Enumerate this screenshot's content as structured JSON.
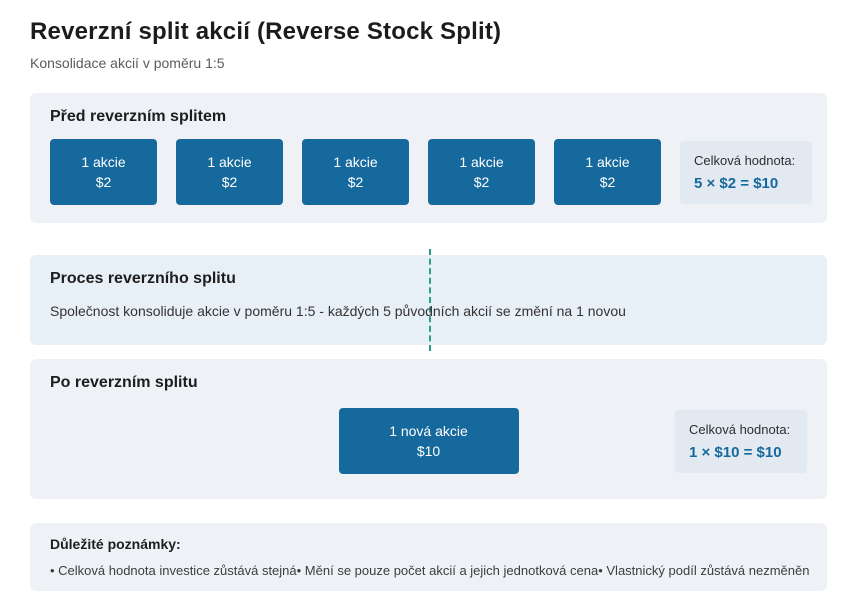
{
  "page": {
    "title": "Reverzní split akcií (Reverse Stock Split)",
    "subtitle": "Konsolidace akcií v poměru 1:5"
  },
  "before": {
    "heading": "Před reverzním splitem",
    "shares": [
      {
        "label": "1 akcie",
        "value": "$2"
      },
      {
        "label": "1 akcie",
        "value": "$2"
      },
      {
        "label": "1 akcie",
        "value": "$2"
      },
      {
        "label": "1 akcie",
        "value": "$2"
      },
      {
        "label": "1 akcie",
        "value": "$2"
      }
    ],
    "total_label": "Celková hodnota:",
    "total_value": "5 × $2 = $10"
  },
  "process": {
    "heading": "Proces reverzního splitu",
    "description": "Společnost konsoliduje akcie v poměru 1:5 - každých 5 původních akcií se změní na 1 novou"
  },
  "after": {
    "heading": "Po reverzním splitu",
    "share": {
      "label": "1 nová akcie",
      "value": "$10"
    },
    "total_label": "Celková hodnota:",
    "total_value": "1 × $10 = $10"
  },
  "notes": {
    "heading": "Důležité poznámky:",
    "items": [
      "• Celková hodnota investice zůstává stejná",
      "• Mění se pouze počet akcií a jejich jednotková cena",
      "• Vlastnický podíl zůstává nezměněn"
    ]
  },
  "colors": {
    "share_box": "#16699c",
    "accent_text": "#16699c",
    "panel_bg": "#eef2f6",
    "process_panel_bg": "#e7eff7",
    "total_box_bg": "#e2e9f1",
    "dashed_line": "#2a9d8f"
  }
}
